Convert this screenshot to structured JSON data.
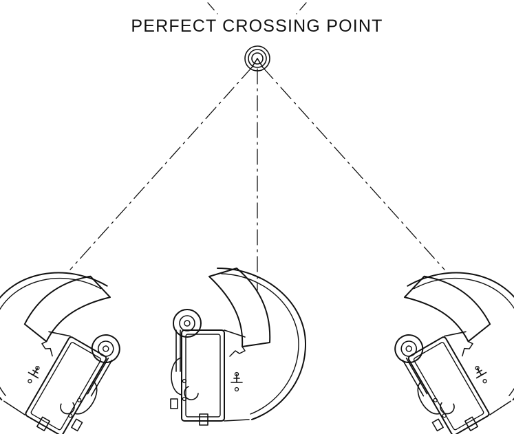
{
  "diagram": {
    "title": "PERFECT CROSSING POINT",
    "line_color": "#111111",
    "background": "#ffffff",
    "elements": [
      {
        "type": "target",
        "icon": "crosshair-target-icon"
      },
      {
        "type": "device",
        "icon": "camera-rig-icon",
        "role": "left"
      },
      {
        "type": "device",
        "icon": "camera-rig-icon",
        "role": "center"
      },
      {
        "type": "device",
        "icon": "camera-rig-icon",
        "role": "right"
      }
    ]
  }
}
